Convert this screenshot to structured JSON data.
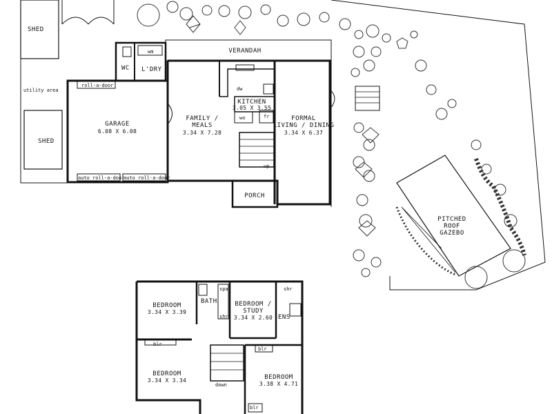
{
  "ground_floor": {
    "shed_top": "SHED",
    "shed_bottom": "SHED",
    "utility_area": "utility area",
    "verandah": "VERANDAH",
    "wc": "WC",
    "ldry": "L'DRY",
    "wm": "wm",
    "garage": {
      "name": "GARAGE",
      "dims": "6.08 x 6.08"
    },
    "roll_a_door_top": "roll-a-door",
    "auto_roll_a_door_1": "auto roll-a-door",
    "auto_roll_a_door_2": "auto roll-a-door",
    "family": {
      "name_line1": "FAMILY /",
      "name_line2": "MEALS",
      "dims": "3.34 x 7.28"
    },
    "kitchen": {
      "name": "KITCHEN",
      "dims": "3.05 x 3.55"
    },
    "dw": "dw",
    "wo": "wo",
    "fr": "fr",
    "formal": {
      "name_line1": "FORMAL",
      "name_line2": "LIVING / DINING",
      "dims": "3.34 x 6.37"
    },
    "up": "up",
    "porch": "PORCH",
    "gazebo": {
      "line1": "PITCHED",
      "line2": "ROOF",
      "line3": "GAZEBO"
    }
  },
  "upper_floor": {
    "bed1": {
      "name": "BEDROOM",
      "dims": "3.34 x 3.39"
    },
    "bath": "BATH",
    "spa": "spa",
    "shr1": "shr",
    "bed2": {
      "name_line1": "BEDROOM /",
      "name_line2": "STUDY",
      "dims": "3.34 x 2.60"
    },
    "shr2": "shr",
    "ens": "ENS",
    "blr1": "blr",
    "blr2": "blr",
    "blr3": "blr",
    "bed3": {
      "name": "BEDROOM",
      "dims": "3.34 x 3.34"
    },
    "down": "down",
    "bed4": {
      "name": "BEDROOM",
      "dims": "3.38 x 4.71"
    }
  }
}
